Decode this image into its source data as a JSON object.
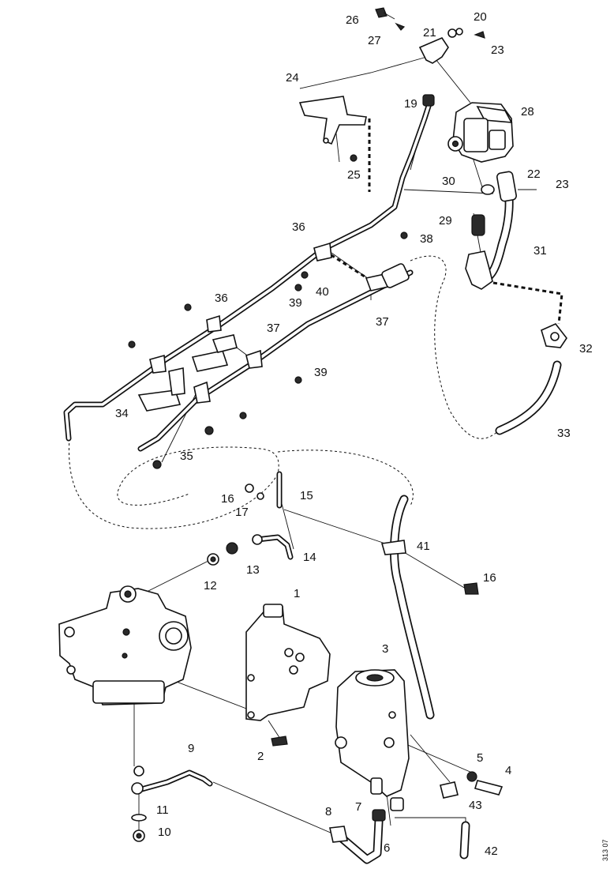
{
  "figure_id": "313 07",
  "callouts": {
    "c1": "1",
    "c2": "2",
    "c3": "3",
    "c4": "4",
    "c5": "5",
    "c6": "6",
    "c7": "7",
    "c8": "8",
    "c9": "9",
    "c10": "10",
    "c11": "11",
    "c12": "12",
    "c13": "13",
    "c14": "14",
    "c15": "15",
    "c16a": "16",
    "c16b": "16",
    "c17": "17",
    "c19": "19",
    "c20": "20",
    "c21": "21",
    "c22": "22",
    "c23a": "23",
    "c23b": "23",
    "c24": "24",
    "c25": "25",
    "c26": "26",
    "c27": "27",
    "c28": "28",
    "c29": "29",
    "c30": "30",
    "c31": "31",
    "c32": "32",
    "c33": "33",
    "c34": "34",
    "c35": "35",
    "c36a": "36",
    "c36b": "36",
    "c37a": "37",
    "c37b": "37",
    "c38": "38",
    "c39a": "39",
    "c39b": "39",
    "c40": "40",
    "c41": "41",
    "c42": "42",
    "c43": "43"
  }
}
